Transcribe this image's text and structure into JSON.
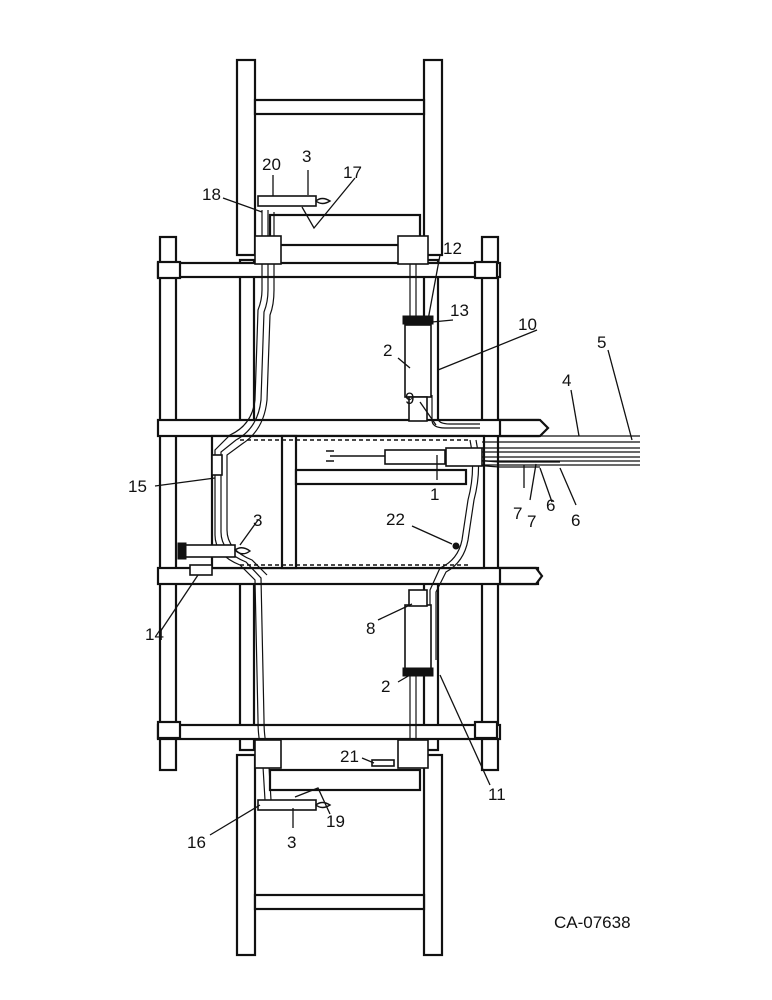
{
  "drawing_number": "CA-07638",
  "callouts": [
    {
      "id": "c1",
      "text": "1"
    },
    {
      "id": "c2a",
      "text": "2"
    },
    {
      "id": "c2b",
      "text": "2"
    },
    {
      "id": "c3a",
      "text": "3"
    },
    {
      "id": "c3b",
      "text": "3"
    },
    {
      "id": "c3c",
      "text": "3"
    },
    {
      "id": "c4",
      "text": "4"
    },
    {
      "id": "c5",
      "text": "5"
    },
    {
      "id": "c6a",
      "text": "6"
    },
    {
      "id": "c6b",
      "text": "6"
    },
    {
      "id": "c7a",
      "text": "7"
    },
    {
      "id": "c7b",
      "text": "7"
    },
    {
      "id": "c8",
      "text": "8"
    },
    {
      "id": "c9",
      "text": "9"
    },
    {
      "id": "c10",
      "text": "10"
    },
    {
      "id": "c11",
      "text": "11"
    },
    {
      "id": "c12",
      "text": "12"
    },
    {
      "id": "c13",
      "text": "13"
    },
    {
      "id": "c14",
      "text": "14"
    },
    {
      "id": "c15",
      "text": "15"
    },
    {
      "id": "c16",
      "text": "16"
    },
    {
      "id": "c17",
      "text": "17"
    },
    {
      "id": "c18",
      "text": "18"
    },
    {
      "id": "c19",
      "text": "19"
    },
    {
      "id": "c20",
      "text": "20"
    },
    {
      "id": "c21",
      "text": "21"
    },
    {
      "id": "c22",
      "text": "22"
    }
  ]
}
